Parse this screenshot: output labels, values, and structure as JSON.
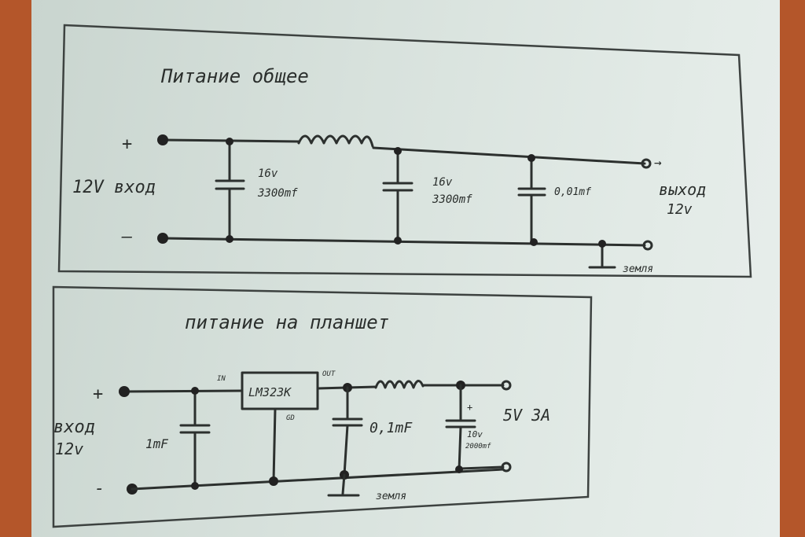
{
  "top_circuit": {
    "title": "Питание общее",
    "plus": "+",
    "minus": "—",
    "input_label": "12V вход",
    "cap1_voltage": "16v",
    "cap1_value": "3300mf",
    "cap2_voltage": "16v",
    "cap2_value": "3300mf",
    "cap3_value": "0,01mf",
    "output_label_1": "выход",
    "output_label_2": "12v",
    "ground_label": "земля"
  },
  "bottom_circuit": {
    "title": "питание на планшет",
    "plus": "+",
    "minus": "-",
    "input_label_1": "вход",
    "input_label_2": "12v",
    "regulator": "LM323K",
    "pin_in": "IN",
    "pin_out": "OUT",
    "pin_gnd": "GD",
    "cap1_value": "1mF",
    "cap2_value": "0,1mF",
    "cap3_voltage": "10v",
    "cap3_value": "2000mf",
    "output_label": "5V 3A",
    "ground_label": "земля"
  }
}
